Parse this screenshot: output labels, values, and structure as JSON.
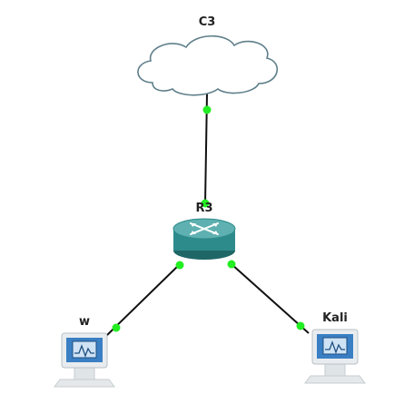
{
  "topology": {
    "nodes": [
      {
        "id": "cloud",
        "label": "C3",
        "kind": "cloud",
        "icon": "cloud-icon"
      },
      {
        "id": "router",
        "label": "R3",
        "kind": "router",
        "icon": "router-icon"
      },
      {
        "id": "pc_w",
        "label": "w",
        "kind": "host",
        "icon": "computer-icon"
      },
      {
        "id": "pc_kali",
        "label": "Kali",
        "kind": "host",
        "icon": "computer-icon"
      }
    ],
    "links": [
      {
        "from": "cloud",
        "to": "router",
        "status": "up"
      },
      {
        "from": "router",
        "to": "pc_w",
        "status": "up"
      },
      {
        "from": "router",
        "to": "pc_kali",
        "status": "up"
      }
    ]
  },
  "colors": {
    "link": "#111111",
    "status_up": "#22ee22",
    "router_body": "#2e8b8b",
    "router_top": "#5fb0b0",
    "cloud_stroke": "#5f7f8a",
    "screen": "#3a7fc4",
    "monitor_frame": "#e8ecef"
  }
}
